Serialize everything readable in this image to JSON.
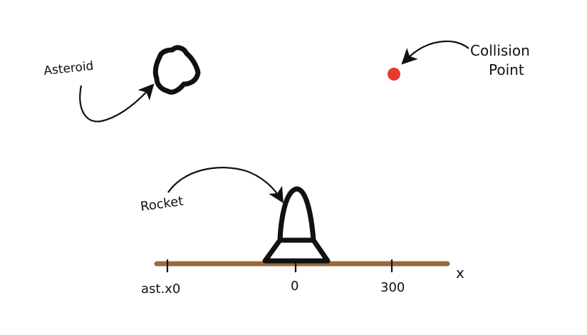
{
  "labels": {
    "asteroid": "Asteroid",
    "collision_line1": "Collision",
    "collision_line2": "Point",
    "rocket": "Rocket"
  },
  "axis": {
    "label": "x",
    "ticks": [
      "ast.x0",
      "0",
      "300"
    ]
  },
  "colors": {
    "ground": "#9a6a3c",
    "collision_point": "#e63a2e",
    "ink": "#111111"
  }
}
